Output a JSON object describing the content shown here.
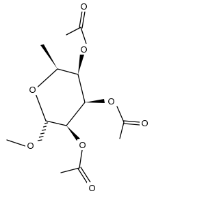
{
  "molecule": {
    "atoms": {
      "ring_oxygen": "O",
      "methoxy_oxygen": "O",
      "acetate_c4_ester_oxygen": "O",
      "acetate_c4_carbonyl_oxygen": "O",
      "acetate_c3_ester_oxygen": "O",
      "acetate_c3_carbonyl_oxygen": "O",
      "acetate_c2_ester_oxygen": "O",
      "acetate_c2_carbonyl_oxygen": "O"
    }
  }
}
